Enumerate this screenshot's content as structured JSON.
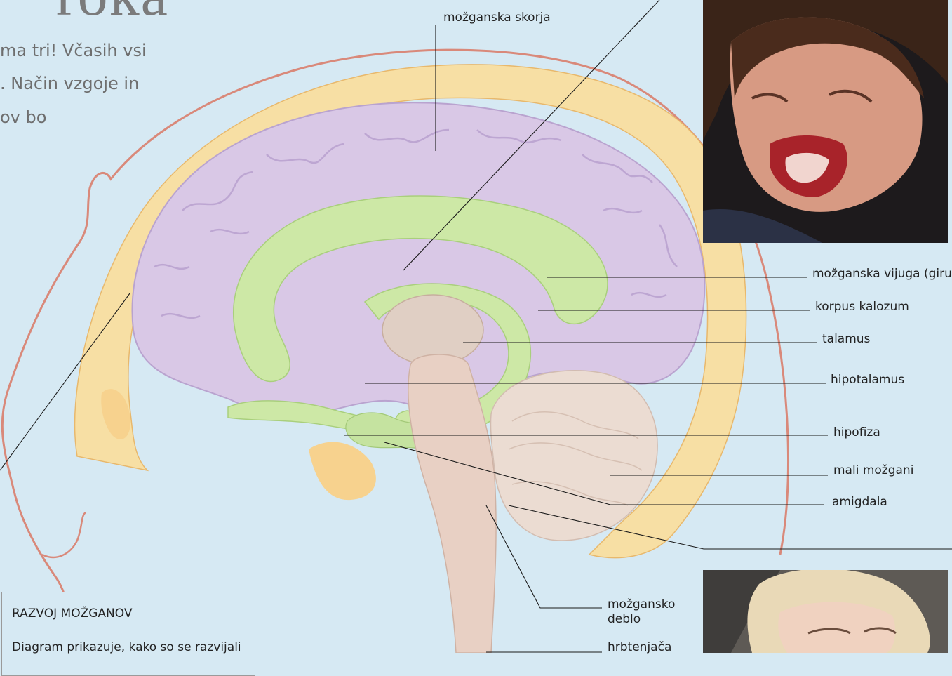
{
  "title_fragment": "roka",
  "intro_lines": [
    "ma tri! Včasih vsi",
    ". Način vzgoje in",
    "ov bo"
  ],
  "labels": {
    "cortex": "možganska skorja",
    "gyrus": "možganska vijuga (girus)",
    "corpus_callosum": "korpus kalozum",
    "thalamus": "talamus",
    "hypothalamus": "hipotalamus",
    "pituitary": "hipofiza",
    "cerebellum": "mali možgani",
    "amygdala": "amigdala",
    "brainstem_1": "možgansko",
    "brainstem_2": "deblo",
    "spinal_cord": "hrbtenjača"
  },
  "infobox": {
    "heading": "RAZVOJ MOŽGANOV",
    "text": "Diagram prikazuje, kako so se razvijali"
  },
  "colors": {
    "background": "#d6e9f3",
    "skull": "#f7dfa4",
    "cerebrum": "#d9c8e6",
    "limbic": "#cde8a6",
    "cerebellum": "#ebdcd2",
    "brainstem": "#e8d0c4",
    "outline": "#d9897a"
  }
}
